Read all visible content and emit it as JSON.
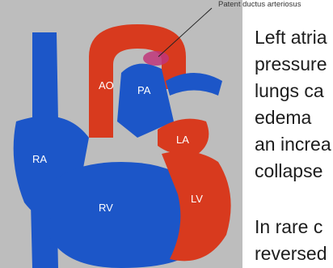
{
  "diagram": {
    "callout": "Patent ductus arteriosus",
    "labels": {
      "ao": "AO",
      "pa": "PA",
      "la": "LA",
      "lv": "LV",
      "ra": "RA",
      "rv": "RV"
    },
    "colors": {
      "oxygenated": "#d83a1e",
      "deoxygenated": "#1c56c8",
      "background": "#bdbdbd"
    }
  },
  "text": {
    "paragraph1_lines": [
      "Left atria",
      "pressure",
      "lungs ca",
      "edema",
      "an increa",
      "collapse"
    ],
    "paragraph2_lines": [
      "In rare c",
      "reversed"
    ]
  }
}
